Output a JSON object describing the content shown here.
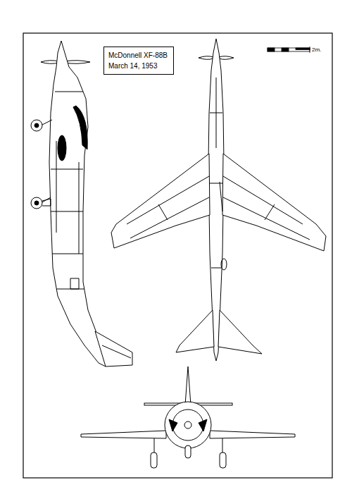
{
  "diagram": {
    "nodes": [
      {
        "text": [
          "McDonnell XF-88B",
          "March 14, 1953"
        ]
      }
    ],
    "labels": [
      "2m."
    ]
  }
}
